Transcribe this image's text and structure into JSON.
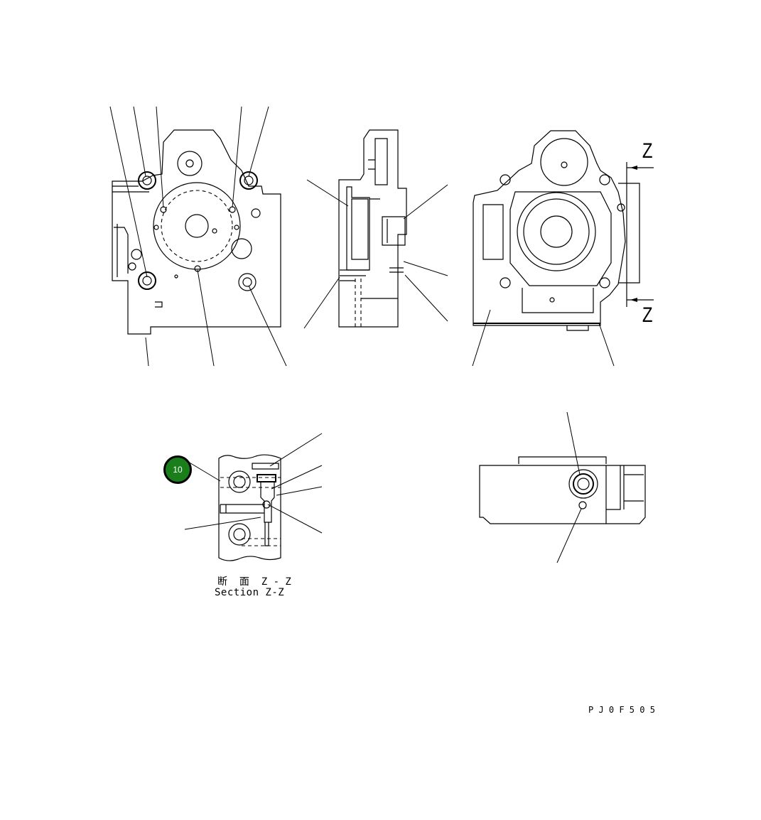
{
  "diagram": {
    "drawing_code": "P J 0 F 5 0 5",
    "section_label_jp": "断  面  Z - Z",
    "section_label_en": "Section Z-Z",
    "section_markers": [
      "Z",
      "Z"
    ],
    "callouts": [
      {
        "number": "10",
        "color": "#1a7f1a"
      }
    ],
    "views": [
      "front-view",
      "side-section-view",
      "rear-view",
      "section-z-z",
      "bottom-view"
    ]
  }
}
